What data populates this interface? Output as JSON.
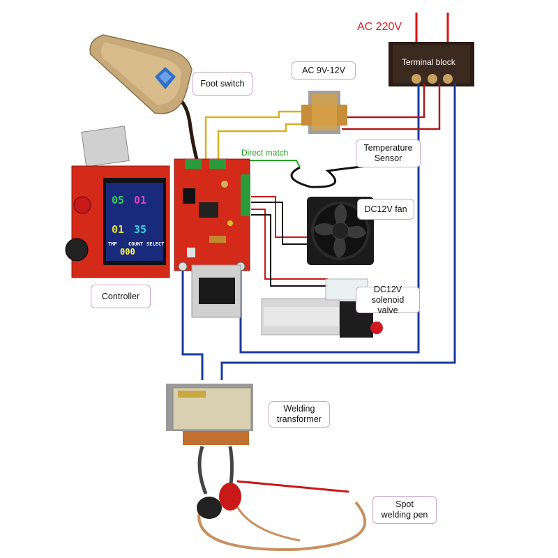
{
  "labels": {
    "ac_source": "AC 220V",
    "terminal_block": "Terminal block",
    "transformer_small": "AC 9V-12V",
    "foot_switch": "Foot switch",
    "direct_match": "Direct match",
    "temp_sensor_line1": "Temperature",
    "temp_sensor_line2": "Sensor",
    "fan": "DC12V fan",
    "valve_line1": "DC12V",
    "valve_line2": "solenoid valve",
    "controller": "Controller",
    "welding_transformer_line1": "Welding",
    "welding_transformer_line2": "transformer",
    "pen_line1": "Spot",
    "pen_line2": "welding pen"
  },
  "screen": {
    "row1_left": "05",
    "row1_right": "01",
    "row2_left": "01",
    "row2_right": "35",
    "count_label": "COUNT",
    "count_value": "000",
    "select_label": "SELECT",
    "temp_label": "TMP"
  },
  "colors": {
    "ac_wire": "#e01010",
    "low_voltage_wire": "#d8b020",
    "pcb": "#d42a1a",
    "signal_wire": "#22a322",
    "hv_wire": "#1a3aa0",
    "label_border": "#c9a7cc"
  }
}
